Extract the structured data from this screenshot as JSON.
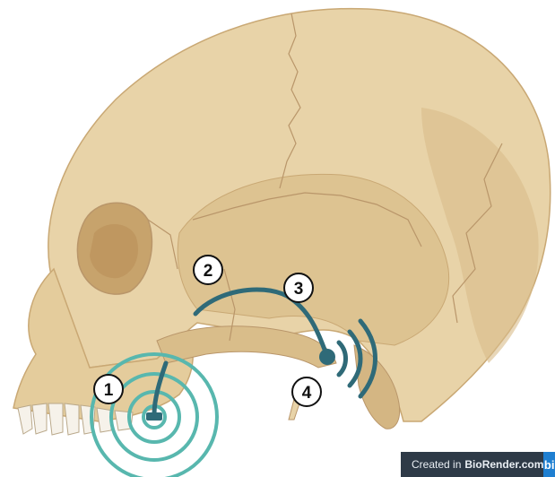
{
  "markers": [
    {
      "id": "1",
      "label": "1"
    },
    {
      "id": "2",
      "label": "2"
    },
    {
      "id": "3",
      "label": "3"
    },
    {
      "id": "4",
      "label": "4"
    }
  ],
  "credit": {
    "prefix": "Created in",
    "site": "BioRender.com",
    "badge": "bi"
  },
  "colors": {
    "bone": "#e8d3a8",
    "bone_shadow": "#d9bd8a",
    "bone_dark": "#c9a874",
    "suture": "#b9966a",
    "device": "#2f6a78",
    "rings": "#58b7ae"
  }
}
